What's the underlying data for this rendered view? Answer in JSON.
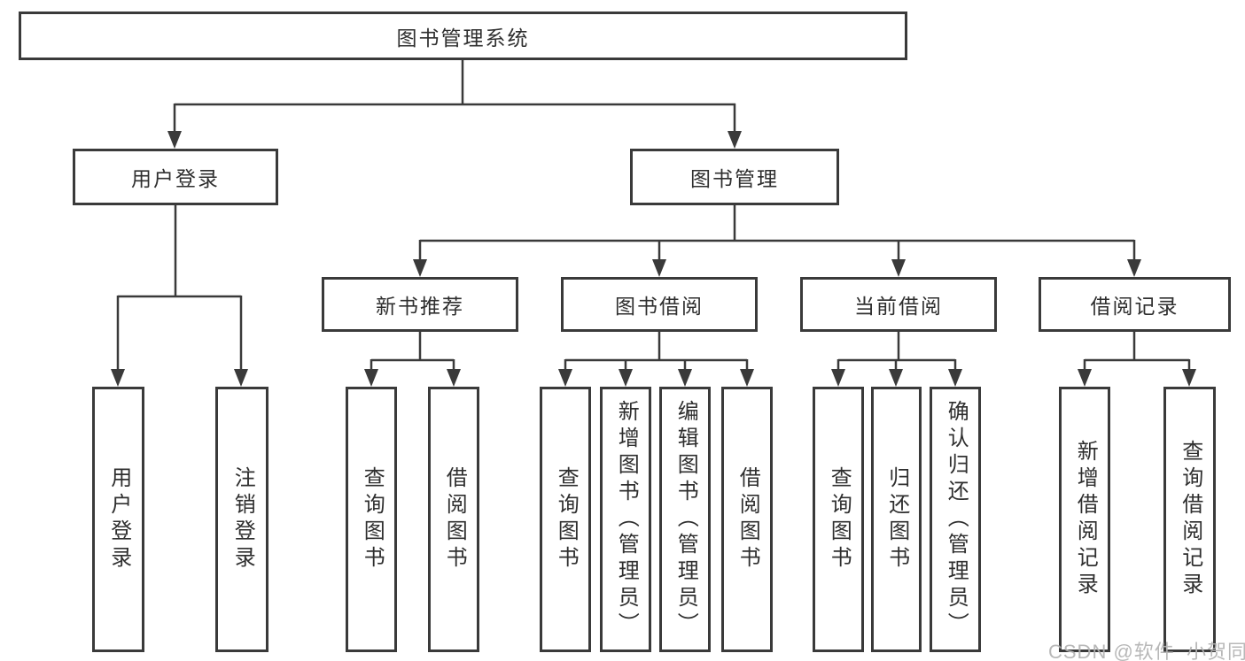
{
  "diagram": {
    "root": {
      "label": "图书管理系统",
      "children": [
        {
          "label": "用户登录",
          "children": [
            {
              "label": "用户登录"
            },
            {
              "label": "注销登录"
            }
          ]
        },
        {
          "label": "图书管理",
          "children": [
            {
              "label": "新书推荐",
              "children": [
                {
                  "label": "查询图书"
                },
                {
                  "label": "借阅图书"
                }
              ]
            },
            {
              "label": "图书借阅",
              "children": [
                {
                  "label": "查询图书"
                },
                {
                  "label": "新增图书（管理员）"
                },
                {
                  "label": "编辑图书（管理员）"
                },
                {
                  "label": "借阅图书"
                }
              ]
            },
            {
              "label": "当前借阅",
              "children": [
                {
                  "label": "查询图书"
                },
                {
                  "label": "归还图书"
                },
                {
                  "label": "确认归还（管理员）"
                }
              ]
            },
            {
              "label": "借阅记录",
              "children": [
                {
                  "label": "新增借阅记录"
                },
                {
                  "label": "查询借阅记录"
                }
              ]
            }
          ]
        }
      ]
    },
    "watermark": "CSDN @软件_小贺同学"
  },
  "colors": {
    "line": "#3a3a3a",
    "text": "#2f2f2f",
    "watermark": "#b2b2b2",
    "background": "#ffffff"
  }
}
